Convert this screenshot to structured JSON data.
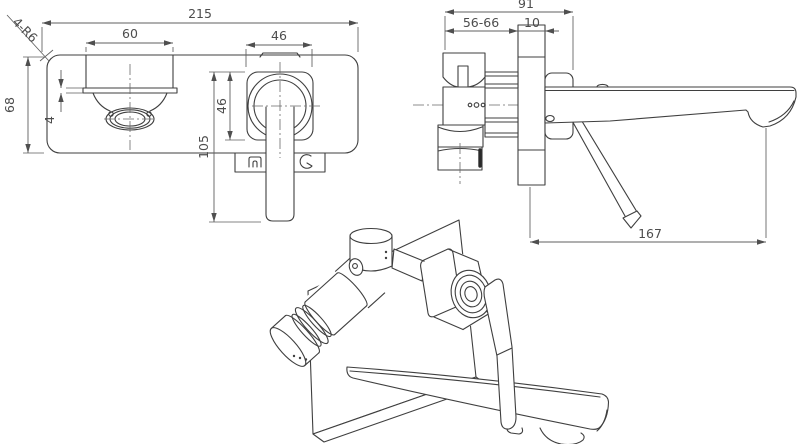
{
  "drawing": {
    "type": "technical-drawing",
    "subject": "wall-mounted basin mixer faucet",
    "colors": {
      "line": "#3f3f3f",
      "dim_text": "#4d4d4d",
      "background": "#ffffff"
    },
    "front_view": {
      "dims": {
        "overall_width": "215",
        "spout_width": "60",
        "escutcheon_width": "46",
        "corner_radius_note": "4-R6",
        "plate_height": "68",
        "spout_lip": "4",
        "escutcheon_height": "46",
        "handle_drop": "105"
      }
    },
    "side_view": {
      "dims": {
        "total_depth": "91",
        "in_wall_depth_range": "56-66",
        "plate_thickness": "10",
        "spout_reach": "167"
      }
    },
    "perspective_view": {
      "dims": {}
    }
  }
}
